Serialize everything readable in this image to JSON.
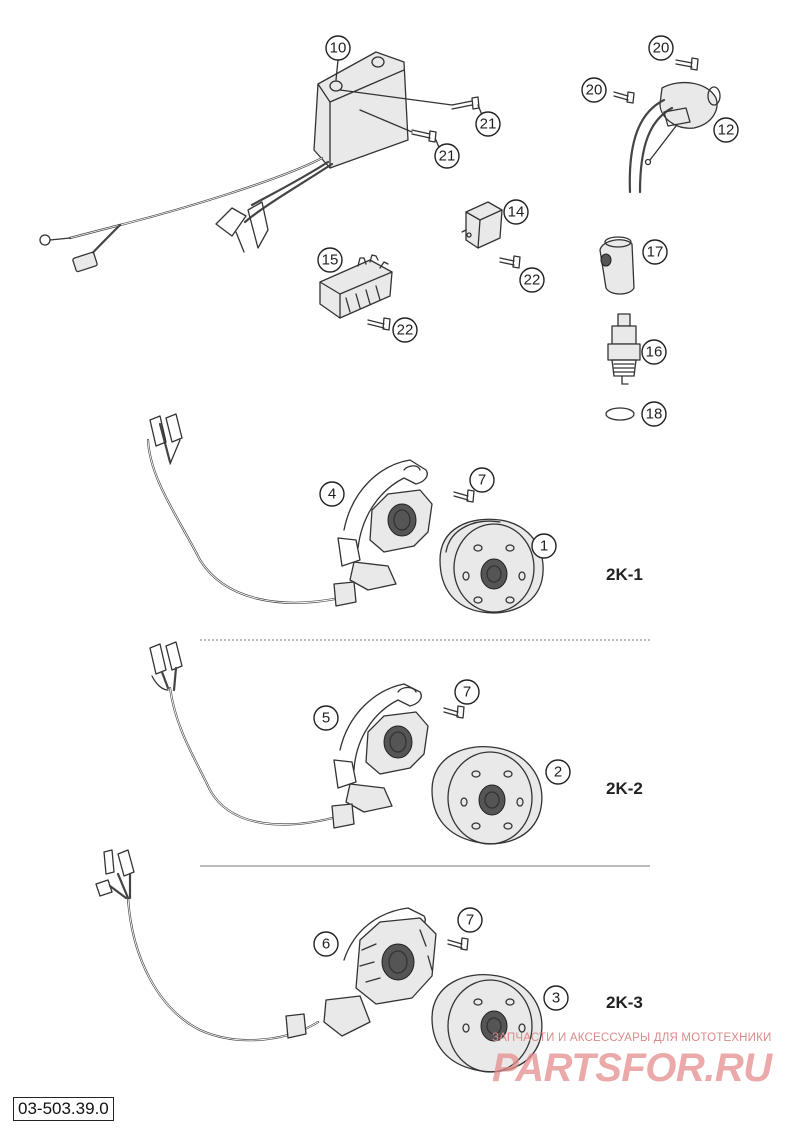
{
  "callouts": {
    "c1": "1",
    "c2": "2",
    "c3": "3",
    "c4": "4",
    "c5": "5",
    "c6": "6",
    "c7a": "7",
    "c7b": "7",
    "c7c": "7",
    "c10": "10",
    "c12": "12",
    "c14": "14",
    "c15": "15",
    "c16": "16",
    "c17": "17",
    "c18": "18",
    "c20a": "20",
    "c20b": "20",
    "c21a": "21",
    "c21b": "21",
    "c22a": "22",
    "c22b": "22"
  },
  "variants": {
    "v1": "2K-1",
    "v2": "2K-2",
    "v3": "2K-3"
  },
  "doc_number": "03-503.39.0",
  "watermark": {
    "subtitle": "ЗАПЧАСТИ И АКСЕССУАРЫ ДЛЯ МОТОТЕХНИКИ",
    "logo": "PARTSFOR.RU"
  }
}
